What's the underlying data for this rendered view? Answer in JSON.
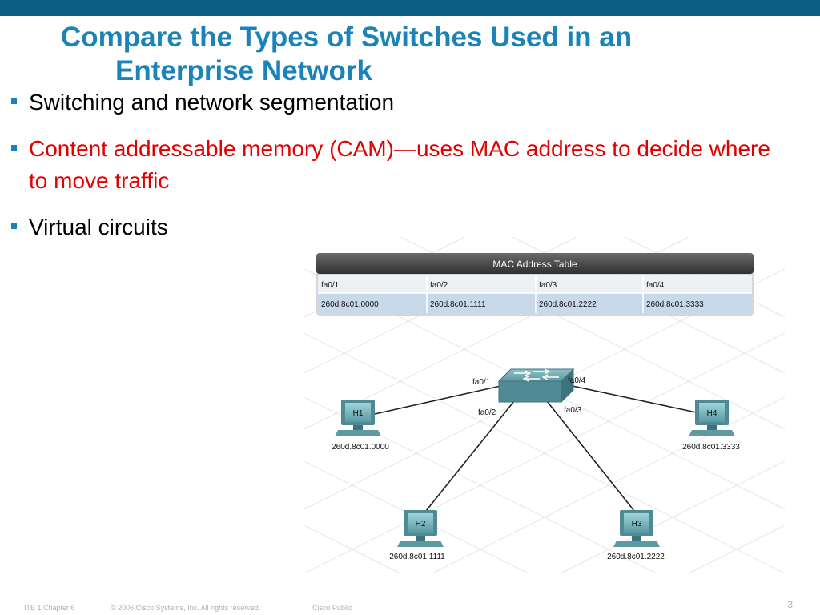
{
  "slide": {
    "title_line1": "Compare the Types of Switches Used in an",
    "title_line2": "Enterprise Network",
    "bullets": [
      "Switching and network segmentation",
      "Content addressable memory (CAM)—uses MAC address to decide where to move traffic",
      "Virtual circuits"
    ],
    "colors": {
      "accent": "#1a84b8",
      "bar": "#0e5f86",
      "highlight": "#e00000"
    }
  },
  "figure": {
    "table_title": "MAC Address Table",
    "ports": [
      "fa0/1",
      "fa0/2",
      "fa0/3",
      "fa0/4"
    ],
    "macs": [
      "260d.8c01.0000",
      "260d.8c01.1111",
      "260d.8c01.2222",
      "260d.8c01.3333"
    ],
    "hosts": [
      {
        "name": "H1",
        "mac": "260d.8c01.0000",
        "port": "fa0/1"
      },
      {
        "name": "H2",
        "mac": "260d.8c01.1111",
        "port": "fa0/2"
      },
      {
        "name": "H3",
        "mac": "260d.8c01.2222",
        "port": "fa0/3"
      },
      {
        "name": "H4",
        "mac": "260d.8c01.3333",
        "port": "fa0/4"
      }
    ],
    "switch_icon": "switch-icon",
    "host_icon": "computer-icon"
  },
  "footer": {
    "course": "ITE 1 Chapter 6",
    "copyright": "© 2006 Cisco Systems, Inc. All rights reserved.",
    "classification": "Cisco Public",
    "page_number": "3"
  }
}
